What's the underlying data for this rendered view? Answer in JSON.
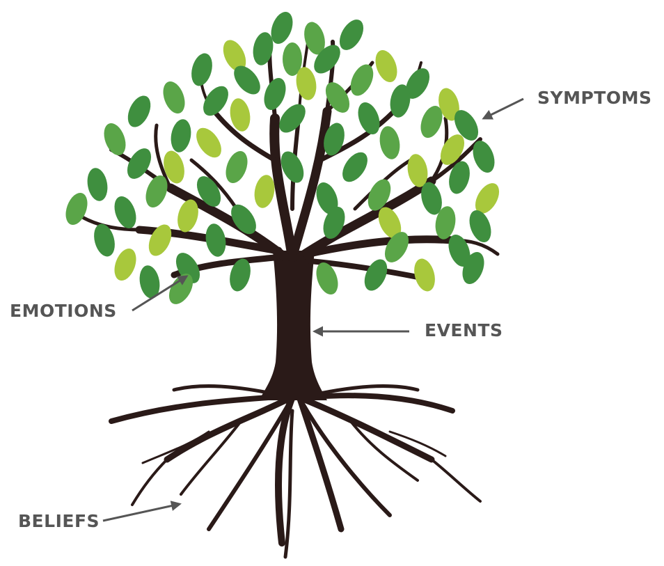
{
  "labels": {
    "symptoms": "SYMPTOMS",
    "emotions": "EMOTIONS",
    "events": "EVENTS",
    "beliefs": "BELIEFS"
  },
  "colors": {
    "trunk": "#2a1a18",
    "leaf_dark": "#3f8f3f",
    "leaf_mid": "#5aa548",
    "leaf_light": "#a8c83c",
    "arrow": "#555555",
    "label_text": "#555555"
  }
}
